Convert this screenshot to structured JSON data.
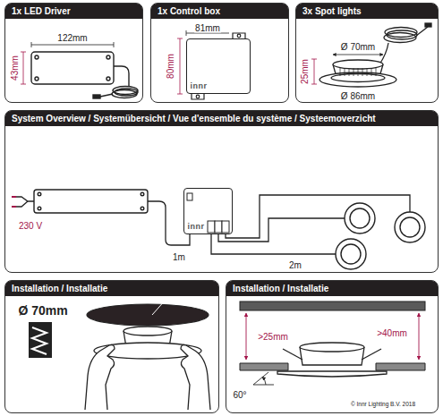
{
  "diagram": {
    "nodes": [
      {
        "text": [
          "1x LED Driver"
        ]
      },
      {
        "text": [
          "1x Control box"
        ]
      },
      {
        "text": [
          "innr"
        ],
        "in": 1
      },
      {
        "text": [
          "3x Spot lights"
        ]
      },
      {
        "text": [
          "System Overview / Systemübersicht / Vue d'ensemble du système / Systeemoverzicht"
        ]
      },
      {
        "text": [
          "innr"
        ],
        "in": 4
      },
      {
        "text": [
          "Installation / Installatie"
        ]
      },
      {
        "text": [
          "Installation / Installatie"
        ]
      }
    ],
    "labels": [
      "122mm",
      "43mm",
      "81mm",
      "80mm",
      "Ø 70mm",
      "25mm",
      "Ø 86mm",
      "230 V",
      "1m",
      "2m",
      "Ø 70mm",
      ">25mm",
      ">40mm",
      "60°",
      "© Innr Lighting B.V. 2018"
    ]
  }
}
